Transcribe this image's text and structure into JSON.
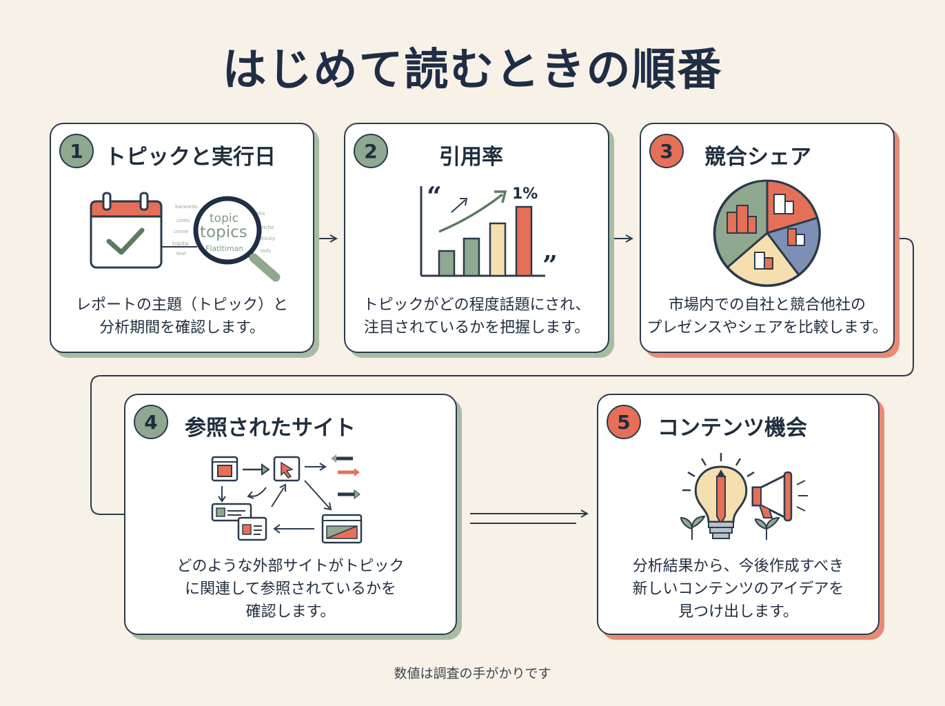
{
  "title": "はじめて読むときの順番",
  "steps": [
    {
      "number": "1",
      "title": "トピックと実行日",
      "desc": [
        "レポートの主題（トピック）と",
        "分析期間を確認します。"
      ],
      "icon_words": [
        "topic",
        "topics",
        "Flatltiman"
      ]
    },
    {
      "number": "2",
      "title": "引用率",
      "desc": [
        "トピックがどの程度話題にされ、",
        "注目されているかを把握します。"
      ],
      "icon_label": "1%"
    },
    {
      "number": "3",
      "title": "競合シェア",
      "desc": [
        "市場内での自社と競合他社の",
        "プレゼンスやシェアを比較します。"
      ]
    },
    {
      "number": "4",
      "title": "参照されたサイト",
      "desc": [
        "どのような外部サイトがトピック",
        "に関連して参照されているかを",
        "確認します。"
      ]
    },
    {
      "number": "5",
      "title": "コンテンツ機会",
      "desc": [
        "分析結果から、今後作成すべき",
        "新しいコンテンツのアイデアを",
        "見つけ出します。"
      ]
    }
  ],
  "footer": "数値は調査の手がかりです",
  "colors": {
    "background": "#f7f1e8",
    "green": "#8fa890",
    "red": "#e66f57",
    "blue": "#7d8fb5",
    "yellow": "#f5dfae",
    "dark": "#2b3a4a"
  }
}
